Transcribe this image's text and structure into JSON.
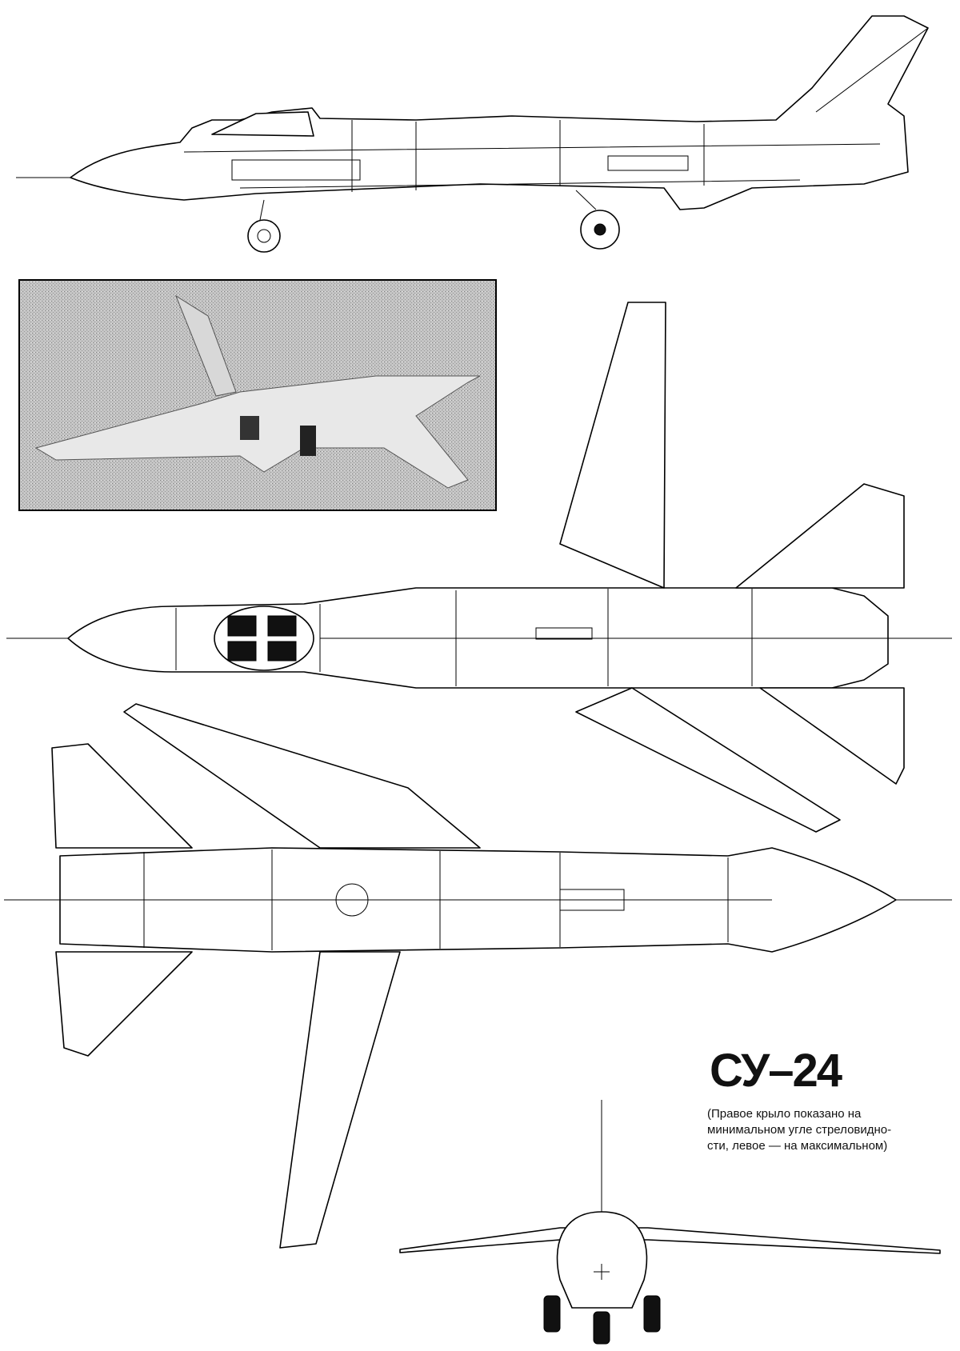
{
  "title": "СУ–24",
  "caption": {
    "line1": "(Правое крыло показано на",
    "line2": "минимальном угле стреловидно-",
    "line3": "сти, левое — на максимальном)"
  },
  "colors": {
    "ink": "#111111",
    "paper": "#ffffff",
    "photo": "#b8b8b8"
  }
}
